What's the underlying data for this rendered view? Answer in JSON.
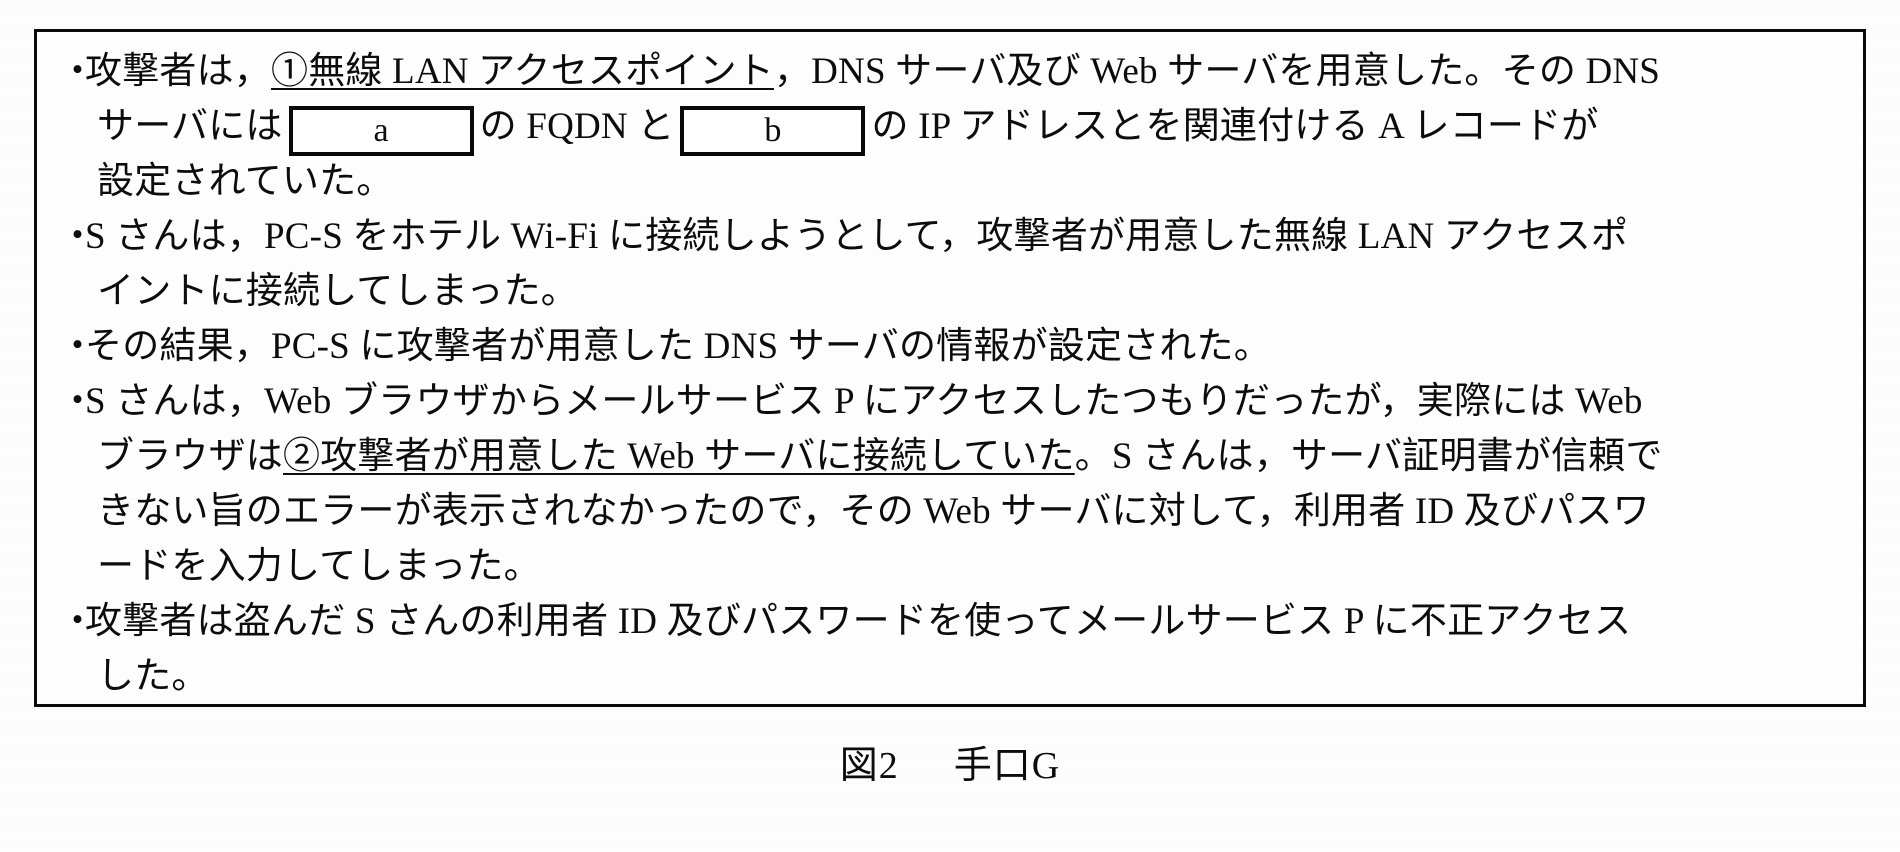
{
  "document": {
    "type": "scanned-exam-figure",
    "language": "ja",
    "caption_label": "図2",
    "caption_title": "手口G",
    "figure_box_border_color": "#0b0b0b",
    "text_color": "#0c0c0c",
    "background_color": "#fdfdfd"
  },
  "blanks": [
    {
      "id": "a",
      "label": "a"
    },
    {
      "id": "b",
      "label": "b"
    }
  ],
  "items": [
    {
      "bullet": "・",
      "lines": [
        {
          "segments": [
            {
              "text": "攻撃者は，",
              "underline": false
            },
            {
              "text": "①無線 LAN アクセスポイント",
              "underline": true
            },
            {
              "text": "，DNS サーバ及び Web サーバを用意した。その DNS",
              "underline": false
            }
          ]
        },
        {
          "indent": true,
          "segments": [
            {
              "text": "サーバには",
              "underline": false
            },
            {
              "blank": "a"
            },
            {
              "text": "の FQDN と",
              "underline": false
            },
            {
              "blank": "b"
            },
            {
              "text": "の IP アドレスとを関連付ける A レコードが",
              "underline": false
            }
          ]
        },
        {
          "indent": true,
          "segments": [
            {
              "text": "設定されていた。",
              "underline": false
            }
          ]
        }
      ]
    },
    {
      "bullet": "・",
      "lines": [
        {
          "segments": [
            {
              "text": "S さんは，PC-S をホテル Wi-Fi に接続しようとして，攻撃者が用意した無線 LAN アクセスポ",
              "underline": false
            }
          ]
        },
        {
          "indent": true,
          "segments": [
            {
              "text": "イントに接続してしまった。",
              "underline": false
            }
          ]
        }
      ]
    },
    {
      "bullet": "・",
      "lines": [
        {
          "segments": [
            {
              "text": "その結果，PC-S に攻撃者が用意した DNS サーバの情報が設定された。",
              "underline": false
            }
          ]
        }
      ]
    },
    {
      "bullet": "・",
      "lines": [
        {
          "segments": [
            {
              "text": "S さんは，Web ブラウザからメールサービス P にアクセスしたつもりだったが，実際には Web",
              "underline": false
            }
          ]
        },
        {
          "indent": true,
          "segments": [
            {
              "text": "ブラウザは",
              "underline": false
            },
            {
              "text": "②攻撃者が用意した Web サーバに接続していた",
              "underline": true
            },
            {
              "text": "。S さんは，サーバ証明書が信頼で",
              "underline": false
            }
          ]
        },
        {
          "indent": true,
          "segments": [
            {
              "text": "きない旨のエラーが表示されなかったので，その Web サーバに対して，利用者 ID 及びパスワ",
              "underline": false
            }
          ]
        },
        {
          "indent": true,
          "segments": [
            {
              "text": "ードを入力してしまった。",
              "underline": false
            }
          ]
        }
      ]
    },
    {
      "bullet": "・",
      "lines": [
        {
          "segments": [
            {
              "text": "攻撃者は盗んだ S さんの利用者 ID 及びパスワードを使ってメールサービス P に不正アクセス",
              "underline": false
            }
          ]
        },
        {
          "indent": true,
          "segments": [
            {
              "text": "した。",
              "underline": false
            }
          ]
        }
      ]
    }
  ]
}
